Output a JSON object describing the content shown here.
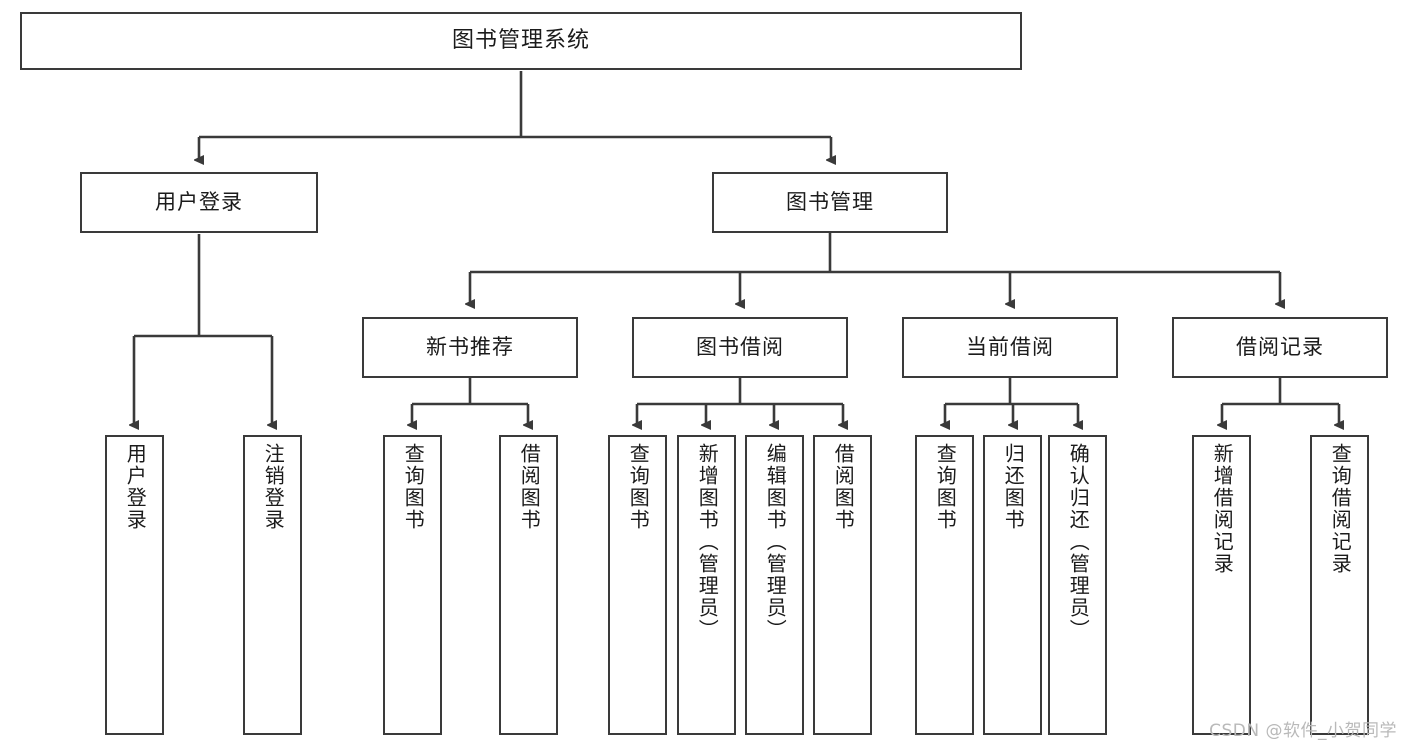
{
  "diagram": {
    "type": "tree-hierarchy",
    "title": "图书管理系统",
    "root": {
      "label": "图书管理系统"
    },
    "level2": [
      {
        "id": "user-login",
        "label": "用户登录"
      },
      {
        "id": "book-manage",
        "label": "图书管理"
      }
    ],
    "level3": [
      {
        "id": "new-book-rec",
        "label": "新书推荐",
        "parent": "book-manage"
      },
      {
        "id": "book-borrow",
        "label": "图书借阅",
        "parent": "book-manage"
      },
      {
        "id": "current-borrow",
        "label": "当前借阅",
        "parent": "book-manage"
      },
      {
        "id": "borrow-record",
        "label": "借阅记录",
        "parent": "book-manage"
      }
    ],
    "leaves": {
      "user-login": [
        {
          "id": "leaf-user-login",
          "label": "用户登录"
        },
        {
          "id": "leaf-logout",
          "label": "注销登录"
        }
      ],
      "new-book-rec": [
        {
          "id": "leaf-query-book-1",
          "label": "查询图书"
        },
        {
          "id": "leaf-borrow-book-1",
          "label": "借阅图书"
        }
      ],
      "book-borrow": [
        {
          "id": "leaf-query-book-2",
          "label": "查询图书"
        },
        {
          "id": "leaf-add-book",
          "label": "新增图书（管理员）"
        },
        {
          "id": "leaf-edit-book",
          "label": "编辑图书（管理员）"
        },
        {
          "id": "leaf-borrow-book-2",
          "label": "借阅图书"
        }
      ],
      "current-borrow": [
        {
          "id": "leaf-query-book-3",
          "label": "查询图书"
        },
        {
          "id": "leaf-return-book",
          "label": "归还图书"
        },
        {
          "id": "leaf-confirm-return",
          "label": "确认归还（管理员）"
        }
      ],
      "borrow-record": [
        {
          "id": "leaf-add-record",
          "label": "新增借阅记录"
        },
        {
          "id": "leaf-query-record",
          "label": "查询借阅记录"
        }
      ]
    }
  },
  "watermark": {
    "text": "CSDN @软件_小贺同学"
  },
  "colors": {
    "stroke": "#3a3a3a",
    "text": "#1b1b1b",
    "background": "#ffffff",
    "watermark": "#b9b9b9"
  }
}
